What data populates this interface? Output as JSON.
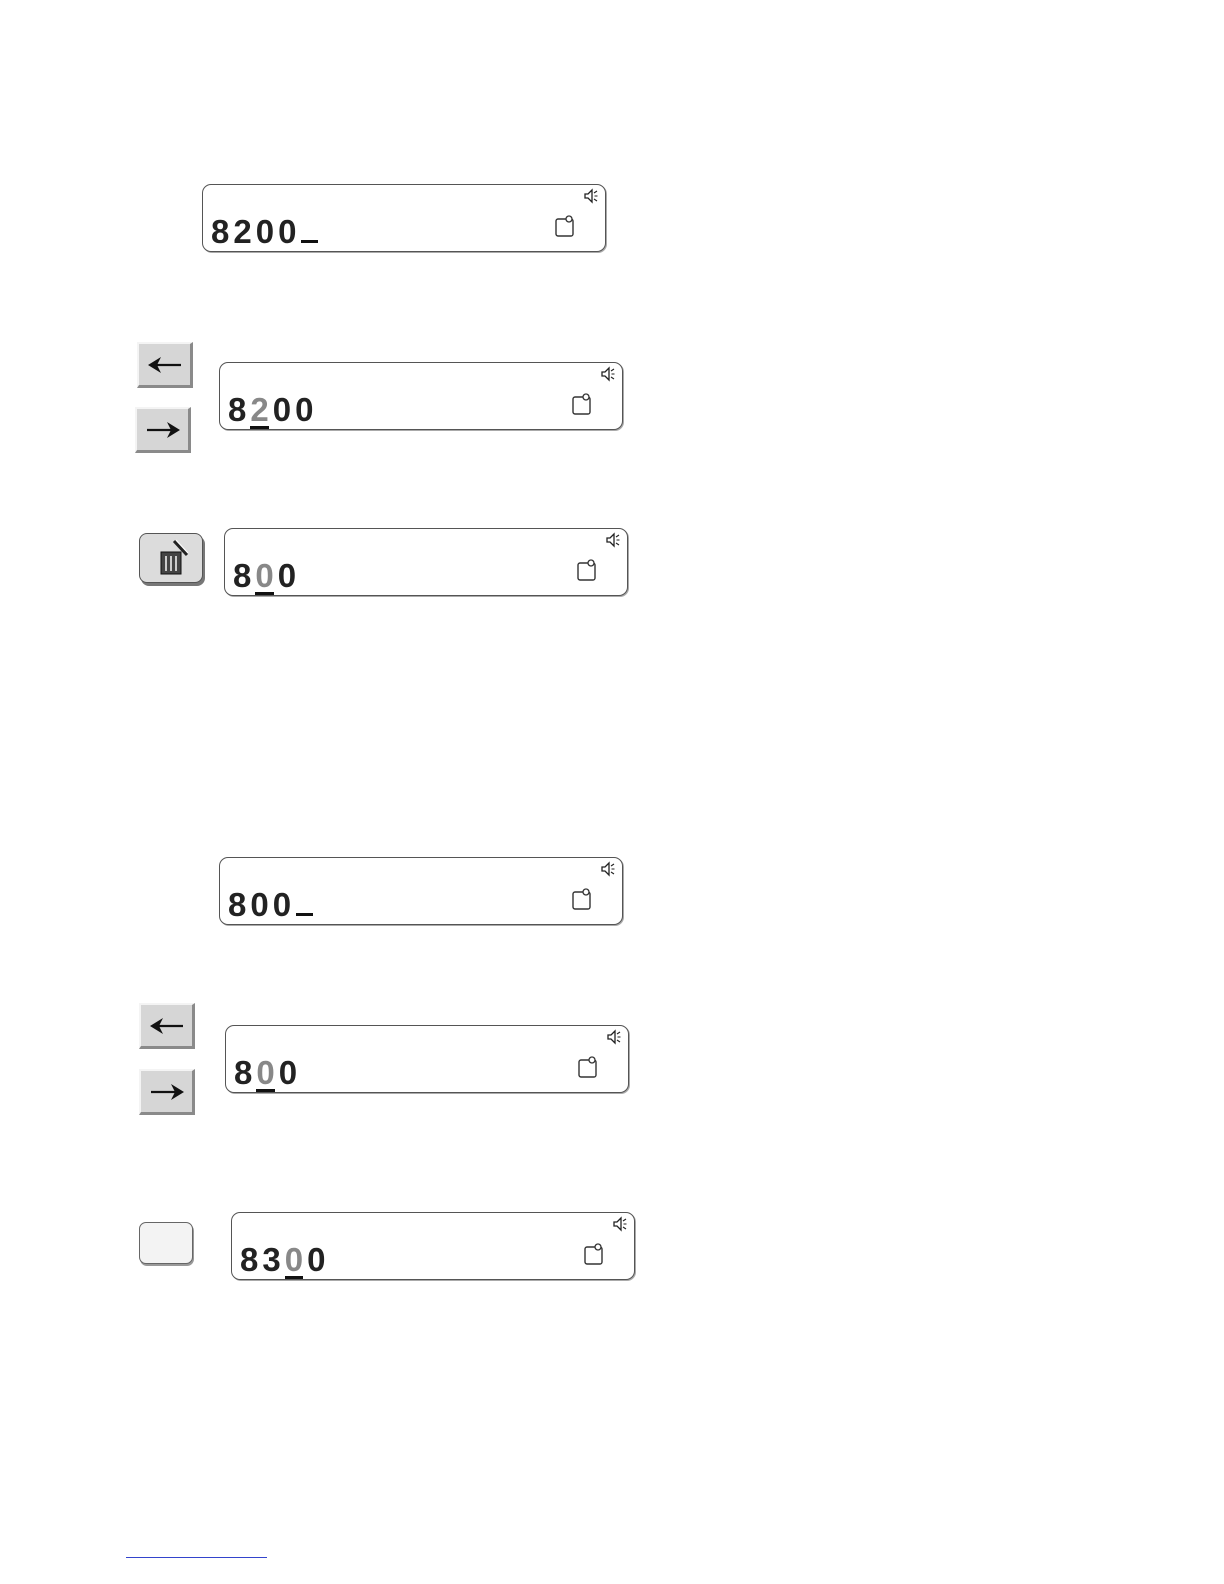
{
  "displays": [
    {
      "digits": [
        "8",
        "2",
        "0",
        "0"
      ],
      "cursor_index": null,
      "trailing_cursor": true
    },
    {
      "digits": [
        "8",
        "2",
        "0",
        "0"
      ],
      "cursor_index": 1,
      "trailing_cursor": false
    },
    {
      "digits": [
        "8",
        "0",
        "0"
      ],
      "cursor_index": 1,
      "trailing_cursor": false
    },
    {
      "digits": [
        "8",
        "0",
        "0"
      ],
      "cursor_index": null,
      "trailing_cursor": true
    },
    {
      "digits": [
        "8",
        "0",
        "0"
      ],
      "cursor_index": 1,
      "trailing_cursor": false
    },
    {
      "digits": [
        "8",
        "3",
        "0",
        "0"
      ],
      "cursor_index": 2,
      "trailing_cursor": false
    }
  ],
  "icons": {
    "speaker": "speaker-icon",
    "chip": "chip-icon",
    "left_key": "arrow-left-icon",
    "right_key": "arrow-right-icon",
    "delete_key": "delete-bin-icon"
  },
  "colors": {
    "cursor_digit": "#888888",
    "digit": "#222222",
    "key_face": "#d6d6d6",
    "footnote_rule": "#3344cc"
  }
}
